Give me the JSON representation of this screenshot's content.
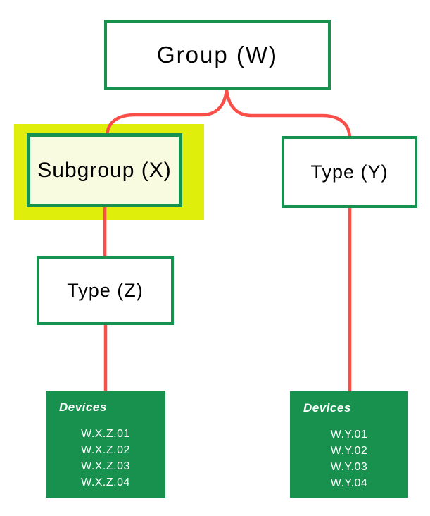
{
  "colors": {
    "green": "#18914e",
    "red": "#fa4f48",
    "highlight": "#e0ee0c",
    "pale-yellow": "#f9fbe1",
    "canvas": "#ffffff",
    "text": "#000000",
    "device-text": "#ffffff"
  },
  "tree": {
    "root": {
      "label": "Group (W)"
    },
    "subgroup": {
      "label": "Subgroup (X)",
      "highlighted": true
    },
    "type_y": {
      "label": "Type (Y)"
    },
    "type_z": {
      "label": "Type (Z)"
    },
    "devices_left": {
      "title": "Devices",
      "items": [
        "W.X.Z.01",
        "W.X.Z.02",
        "W.X.Z.03",
        "W.X.Z.04"
      ]
    },
    "devices_right": {
      "title": "Devices",
      "items": [
        "W.Y.01",
        "W.Y.02",
        "W.Y.03",
        "W.Y.04"
      ]
    }
  }
}
